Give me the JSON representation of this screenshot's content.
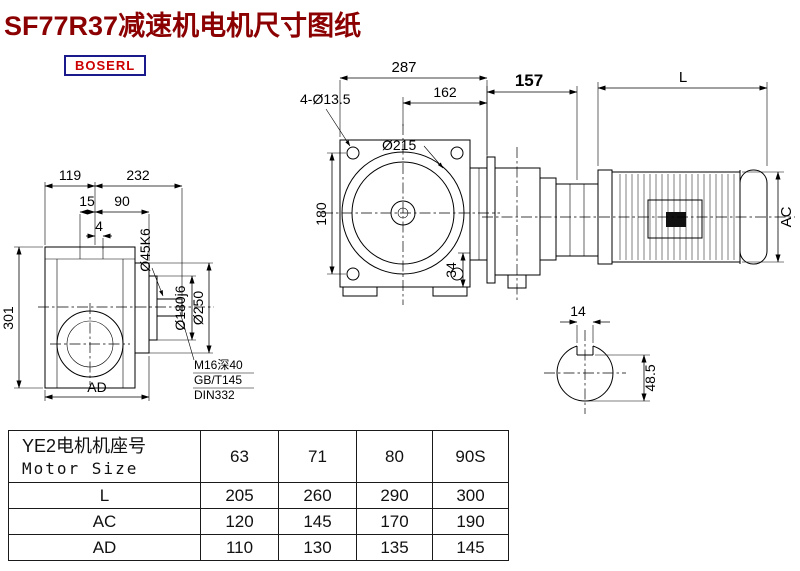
{
  "title": "SF77R37减速机电机尺寸图纸",
  "logo": "BOSERL",
  "views": {
    "side": {
      "dim_119": "119",
      "dim_232": "232",
      "dim_15": "15",
      "dim_90": "90",
      "dim_4": "4",
      "dim_301": "301",
      "dim_ad": "AD",
      "label_shaft": "Ø45K6",
      "label_spigot": "Ø180j6",
      "label_flange": "Ø250",
      "note_thread": "M16深40",
      "note_gb": "GB/T145",
      "note_din": "DIN332"
    },
    "front": {
      "dim_287": "287",
      "dim_162": "162",
      "dim_holes": "4-Ø13.5",
      "dim_215": "Ø215",
      "dim_180": "180",
      "dim_34": "34"
    },
    "motor": {
      "dim_157": "157",
      "dim_L": "L",
      "dim_AC": "AC"
    },
    "shaft_section": {
      "dim_14": "14",
      "dim_485": "48.5"
    }
  },
  "table": {
    "header_cn": "YE2电机机座号",
    "header_en": "Motor Size",
    "sizes": [
      "63",
      "71",
      "80",
      "90S"
    ],
    "rows": [
      {
        "label": "L",
        "values": [
          "205",
          "260",
          "290",
          "300"
        ]
      },
      {
        "label": "AC",
        "values": [
          "120",
          "145",
          "170",
          "190"
        ]
      },
      {
        "label": "AD",
        "values": [
          "110",
          "130",
          "135",
          "145"
        ]
      }
    ]
  }
}
